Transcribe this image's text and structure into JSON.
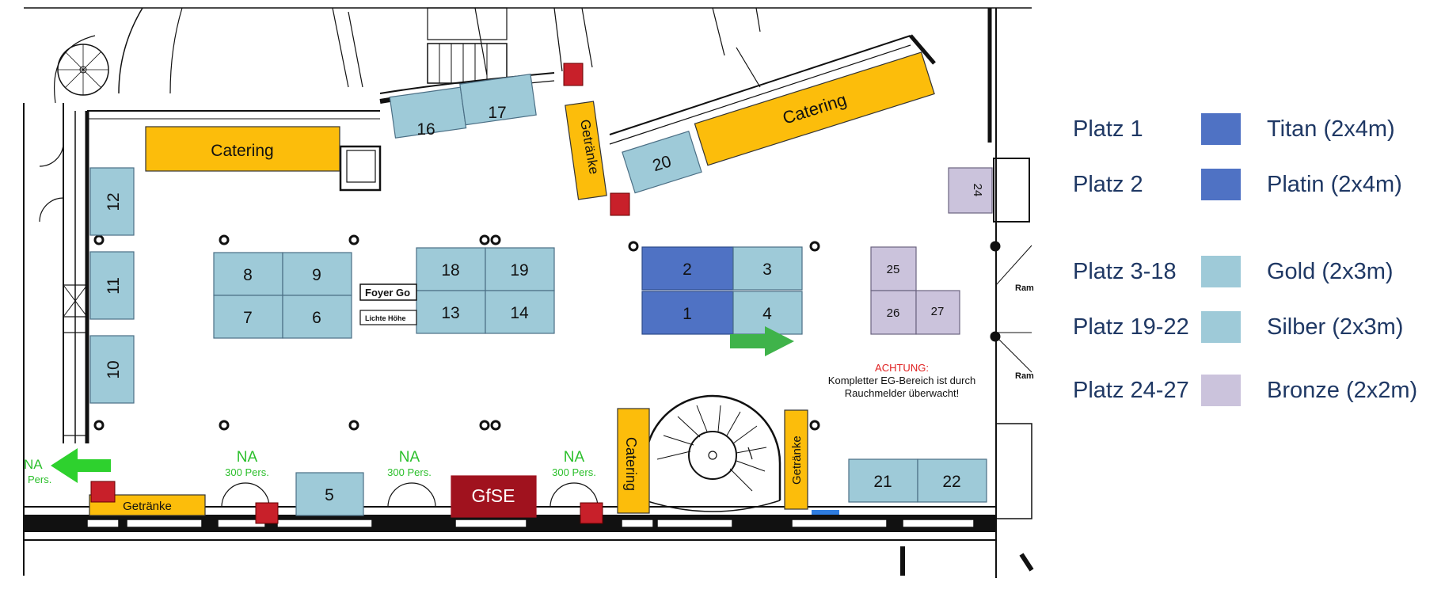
{
  "colors": {
    "titan": "#4f72c4",
    "gold": "#9ecad8",
    "bronze": "#cbc3dc",
    "catering": "#fcbd0b",
    "gfse": "#a0121e",
    "exit_green": "#2ed12e",
    "warning_red": "#e02020",
    "wall": "#111111"
  },
  "booths": {
    "b1": "1",
    "b2": "2",
    "b3": "3",
    "b4": "4",
    "b5": "5",
    "b6": "6",
    "b7": "7",
    "b8": "8",
    "b9": "9",
    "b10": "10",
    "b11": "11",
    "b12": "12",
    "b13": "13",
    "b14": "14",
    "b16": "16",
    "b17": "17",
    "b18": "18",
    "b19": "19",
    "b20": "20",
    "b21": "21",
    "b22": "22",
    "b24": "24",
    "b25": "25",
    "b26": "26",
    "b27": "27"
  },
  "areas": {
    "catering_left": "Catering",
    "catering_top_right": "Catering",
    "catering_bottom": "Catering",
    "getraenke_top": "Getränke",
    "getraenke_bottom": "Getränke",
    "getraenke_left": "Getränke",
    "gfse": "GfSE",
    "foyer_sign": "Foyer Go",
    "foyer_sub": "Lichte Höhe"
  },
  "exits": {
    "na_label": "NA",
    "capacity": "300 Pers.",
    "left_capacity": "Pers."
  },
  "warning": {
    "title": "ACHTUNG:",
    "line1": "Kompletter EG-Bereich ist durch",
    "line2": "Rauchmelder überwacht!"
  },
  "room_labels": {
    "ram1": "Ram",
    "ram2": "Ram"
  },
  "legend": [
    {
      "platz": "Platz 1",
      "category": "Titan (2x4m)",
      "color": "#4f72c4"
    },
    {
      "platz": "Platz 2",
      "category": "Platin (2x4m)",
      "color": "#4f72c4"
    },
    {
      "platz": "Platz 3-18",
      "category": "Gold (2x3m)",
      "color": "#9ecad8"
    },
    {
      "platz": "Platz 19-22",
      "category": "Silber (2x3m)",
      "color": "#9ecad8"
    },
    {
      "platz": "Platz 24-27",
      "category": "Bronze (2x2m)",
      "color": "#cbc3dc"
    }
  ]
}
